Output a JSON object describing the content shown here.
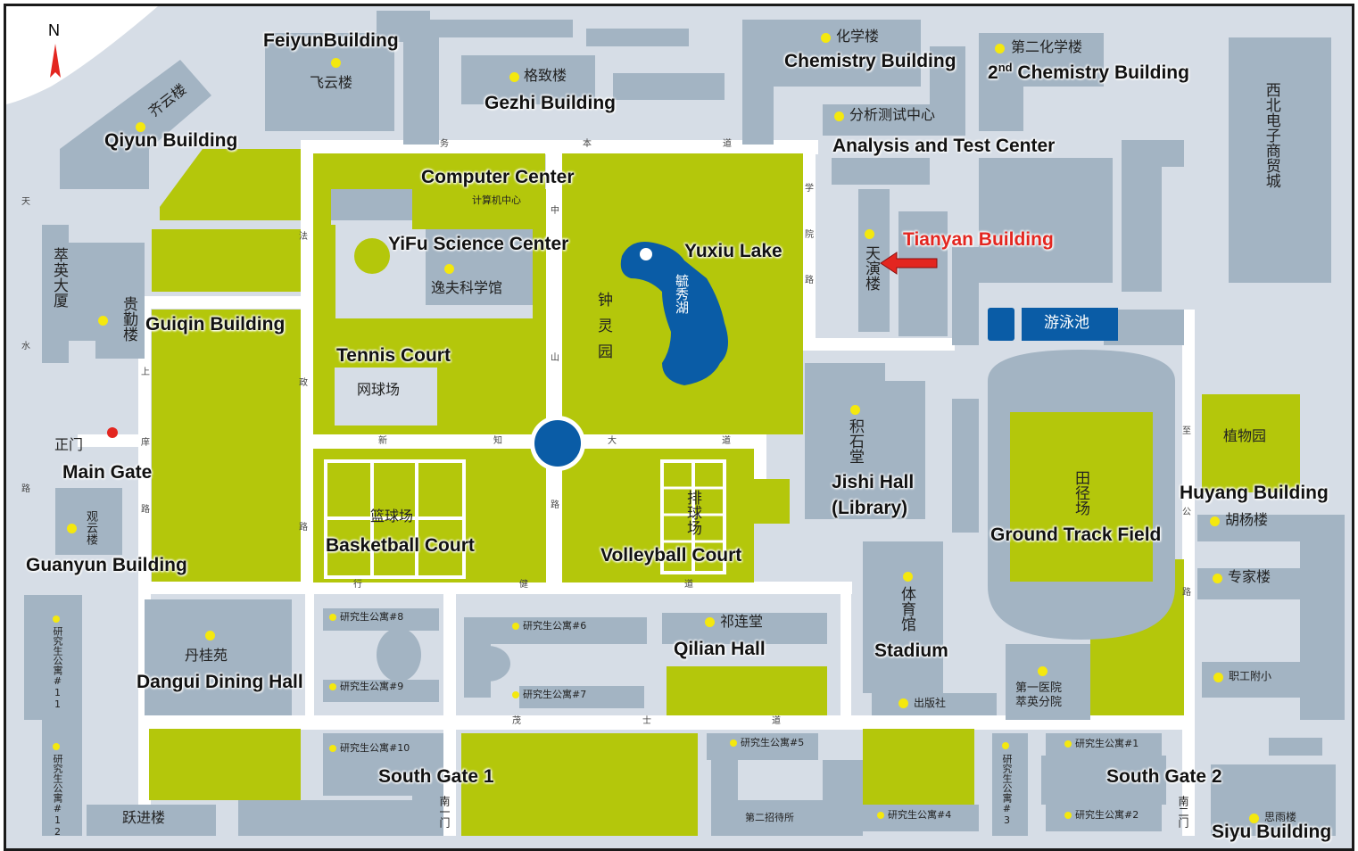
{
  "map": {
    "north": "N",
    "target": "Tianyan Building",
    "labels_en": {
      "feiyun": "FeiyunBuilding",
      "qiyun": "Qiyun Building",
      "gezhi": "Gezhi Building",
      "chemistry": "Chemistry Building",
      "chem2_prefix": "2",
      "chem2_sup": "nd",
      "chem2_rest": " Chemistry Building",
      "analysis": "Analysis and Test Center",
      "computer": "Computer Center",
      "yifu": "YiFu Science Center",
      "yuxiu": "Yuxiu Lake",
      "tianyan": "Tianyan Building",
      "guiqin": "Guiqin Building",
      "tennis": "Tennis Court",
      "main_gate": "Main Gate",
      "jishi": "Jishi Hall",
      "library": "(Library)",
      "guanyun": "Guanyun Building",
      "basketball": "Basketball Court",
      "volleyball": "Volleyball Court",
      "track": "Ground Track Field",
      "huyang": "Huyang Building",
      "stadium": "Stadium",
      "dangui": "Dangui Dining Hall",
      "qilian": "Qilian Hall",
      "south1": "South Gate 1",
      "south2": "South Gate 2",
      "siyu": "Siyu Building"
    },
    "labels_cn": {
      "feiyun": "飞云楼",
      "qiyun": "齐云楼",
      "gezhi": "格致楼",
      "chemistry": "化学楼",
      "chem2": "第二化学楼",
      "analysis": "分析测试中心",
      "xibei": "西北电子商贸城",
      "computer": "计算机中心",
      "yifu": "逸夫科学馆",
      "cuiying": "萃英大厦",
      "guiqin": "贵勤楼",
      "zhongling": "钟灵园",
      "yuxiu": "毓秀湖",
      "tianyan": "天演楼",
      "pool": "游泳池",
      "tennis": "网球场",
      "main_gate": "正门",
      "jishi": "积石堂",
      "track": "田径场",
      "botanic": "植物园",
      "guanyun": "观云楼",
      "basketball": "篮球场",
      "volleyball": "排球场",
      "huyang": "胡杨楼",
      "expert": "专家楼",
      "stadium": "体育馆",
      "dangui": "丹桂苑",
      "qilian": "祁连堂",
      "dorm8": "研究生公寓#8",
      "dorm9": "研究生公寓#9",
      "dorm6": "研究生公寓#6",
      "dorm7": "研究生公寓#7",
      "dorm10": "研究生公寓#10",
      "dorm5": "研究生公寓#5",
      "dorm4": "研究生公寓#4",
      "dorm1": "研究生公寓#1",
      "dorm2": "研究生公寓#2",
      "dorm11": "研究生公寓#11",
      "dorm12": "研究生公寓#12",
      "dorm3": "研究生公寓#3",
      "press": "出版社",
      "hospital1": "第一医院",
      "hospital2": "萃英分院",
      "school": "职工附小",
      "yuejin": "跃进楼",
      "guest2": "第二招待所",
      "south1": "南一门",
      "south2": "南二门",
      "siyu": "思雨楼"
    },
    "roads": {
      "wuben": [
        "务",
        "本",
        "道"
      ],
      "tianshui": [
        "天",
        "水",
        "路"
      ],
      "fazheng": [
        "法",
        "政",
        "路"
      ],
      "zhongshan": [
        "中",
        "山",
        "路"
      ],
      "xueyuan": [
        "学",
        "院",
        "路"
      ],
      "xinzhi": [
        "新",
        "知",
        "大",
        "道"
      ],
      "shangshang": [
        "上",
        "庠"
      ],
      "xingjian": [
        "行",
        "健",
        "道"
      ],
      "maoshi": [
        "茂",
        "士",
        "道"
      ],
      "zhigong": [
        "至",
        "公",
        "路"
      ]
    },
    "colors": {
      "background": "#d6dde6",
      "building": "#a3b4c3",
      "green": "#b4c70b",
      "water": "#0a5ca6",
      "road": "#ffffff",
      "marker": "#f4e80f",
      "highlight": "#e32620"
    }
  }
}
